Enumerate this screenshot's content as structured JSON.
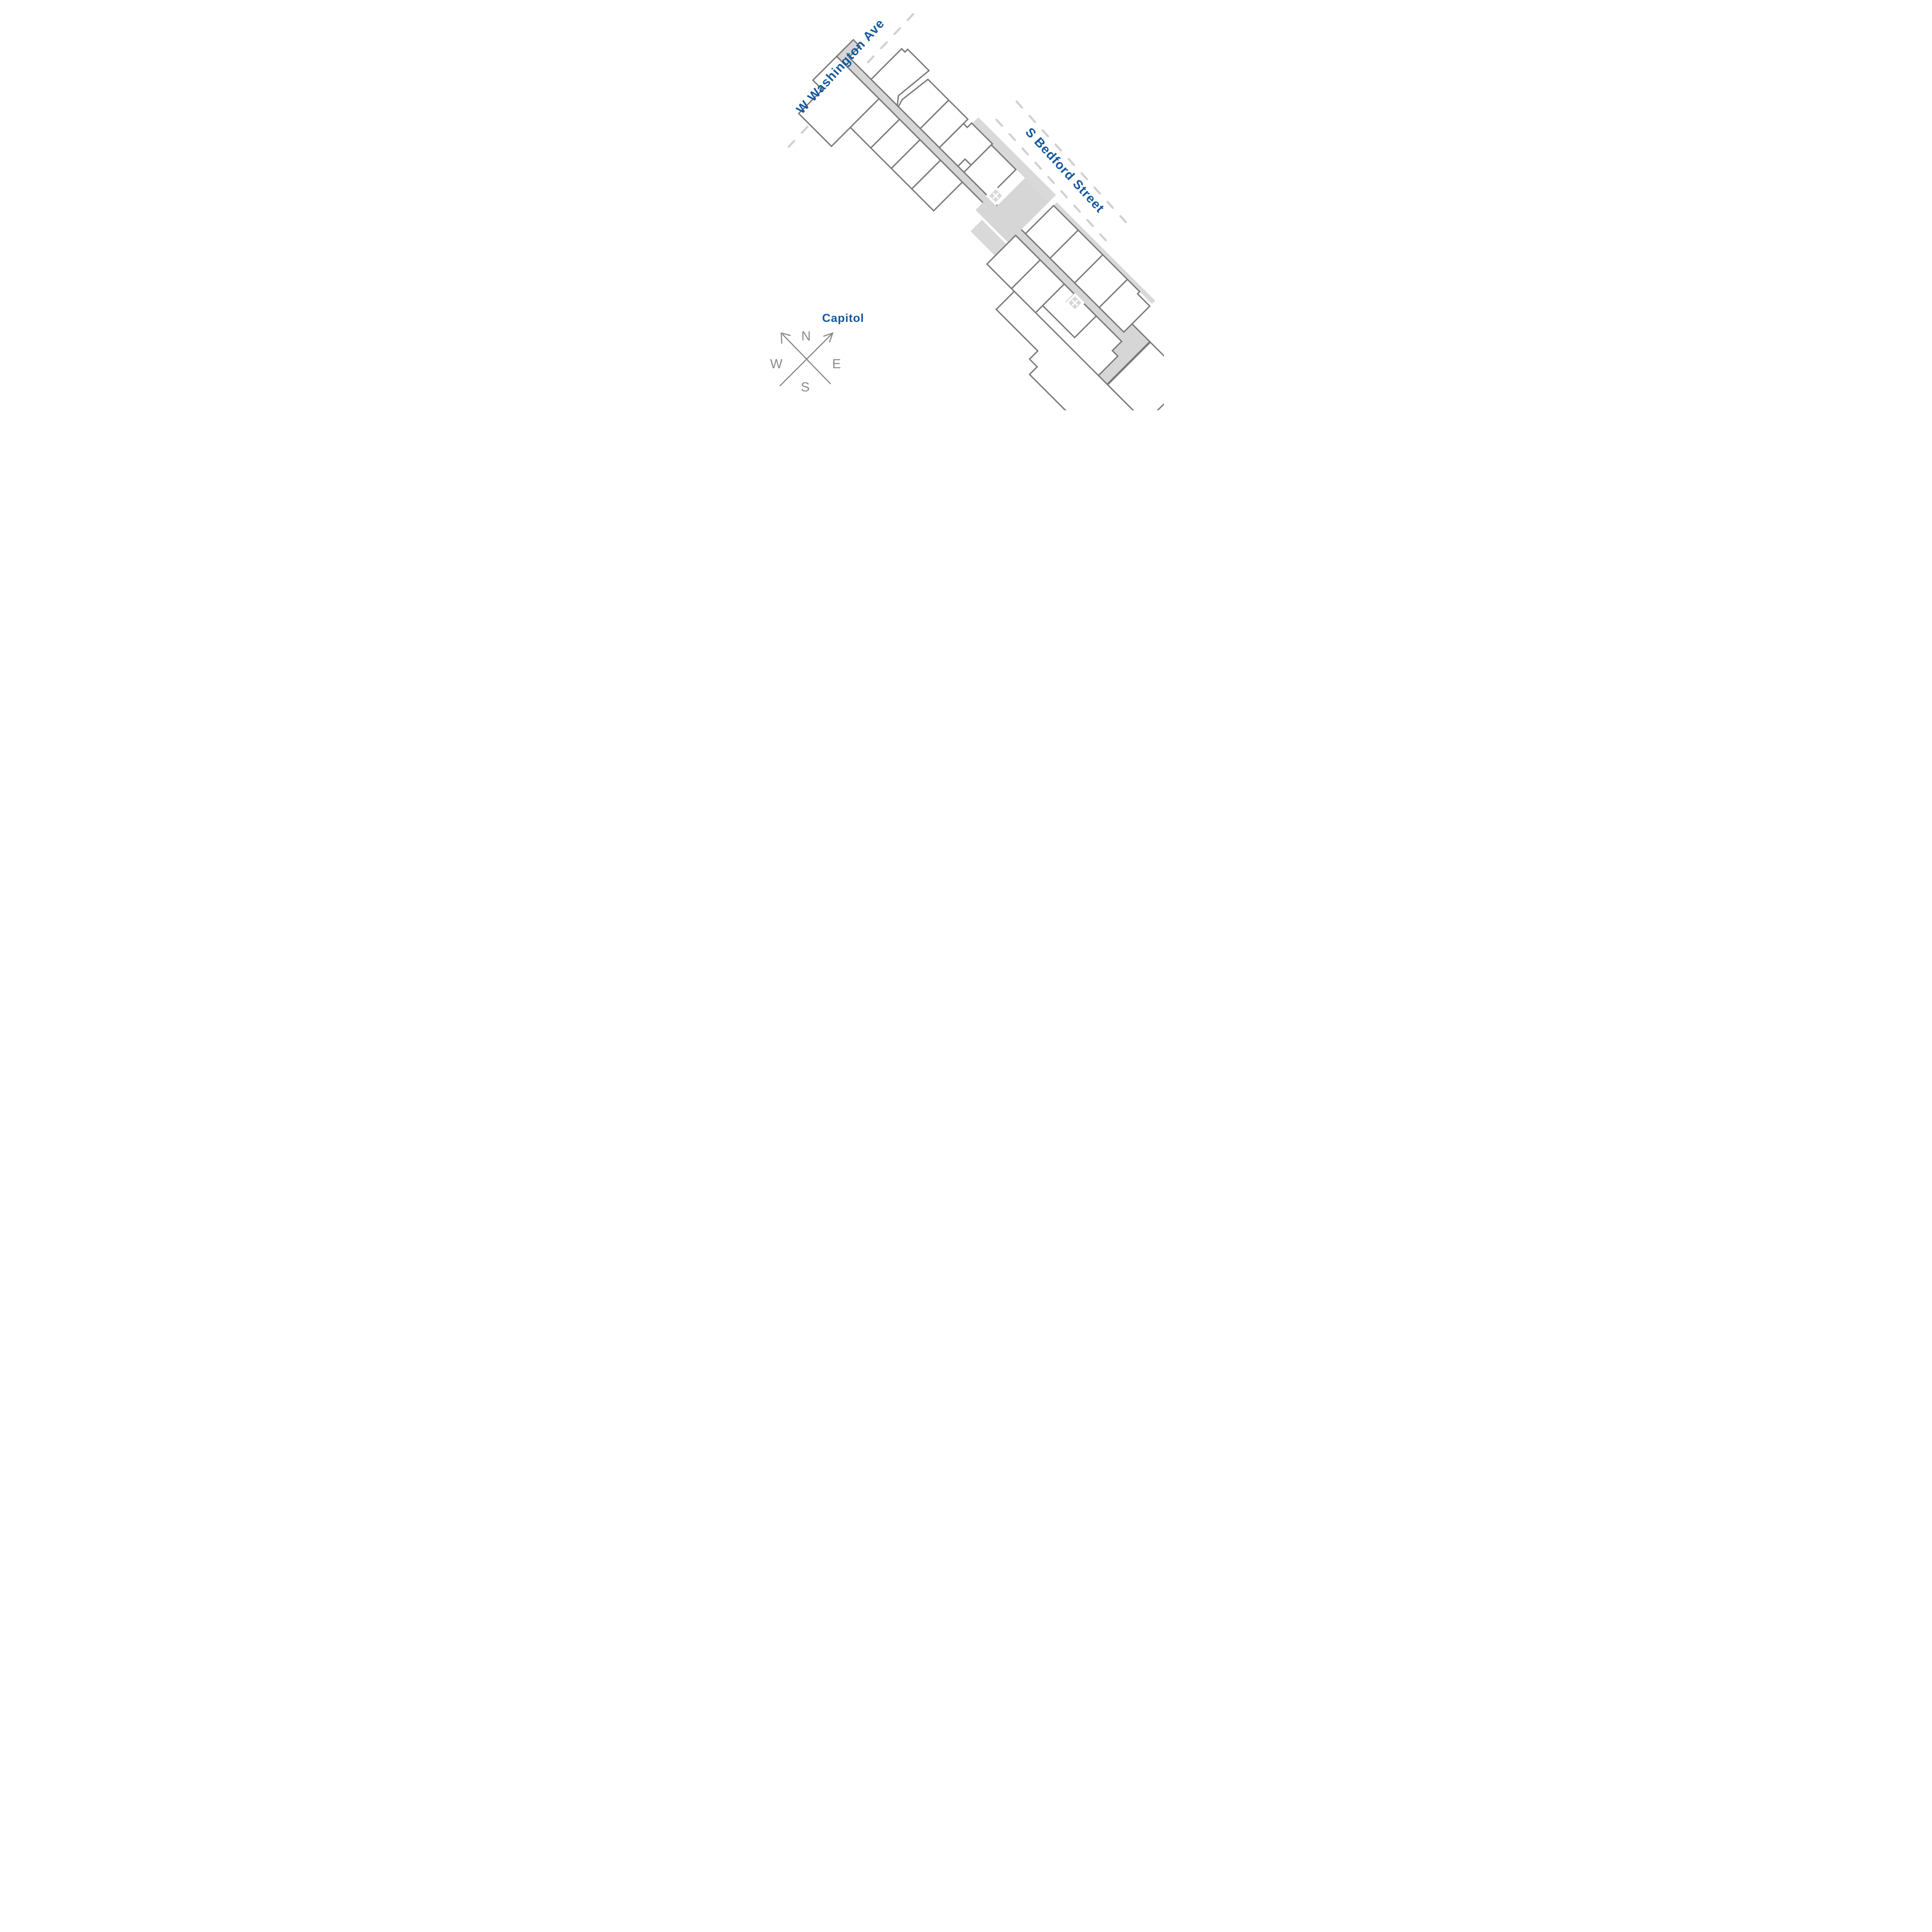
{
  "streets": {
    "washington": {
      "label": "W Washington Ave"
    },
    "bedford": {
      "label": "S Bedford Street"
    }
  },
  "landmarks": {
    "capitol": {
      "label": "Capitol"
    }
  },
  "compass": {
    "north": "N",
    "south": "S",
    "east": "E",
    "west": "W"
  },
  "markers": {
    "upper_stair": {
      "icon": "x-icon"
    },
    "lower_stair": {
      "icon": "x-icon"
    }
  },
  "highlight": {
    "color": "#0f579b"
  },
  "colors": {
    "accent_blue": "#15589f",
    "building_outline": "#7b7b7b",
    "walkway_gray": "#d6d6d6",
    "street_dash_gray": "#d1d1d1",
    "compass_gray": "#8a8a8a",
    "background": "#ffffff"
  }
}
